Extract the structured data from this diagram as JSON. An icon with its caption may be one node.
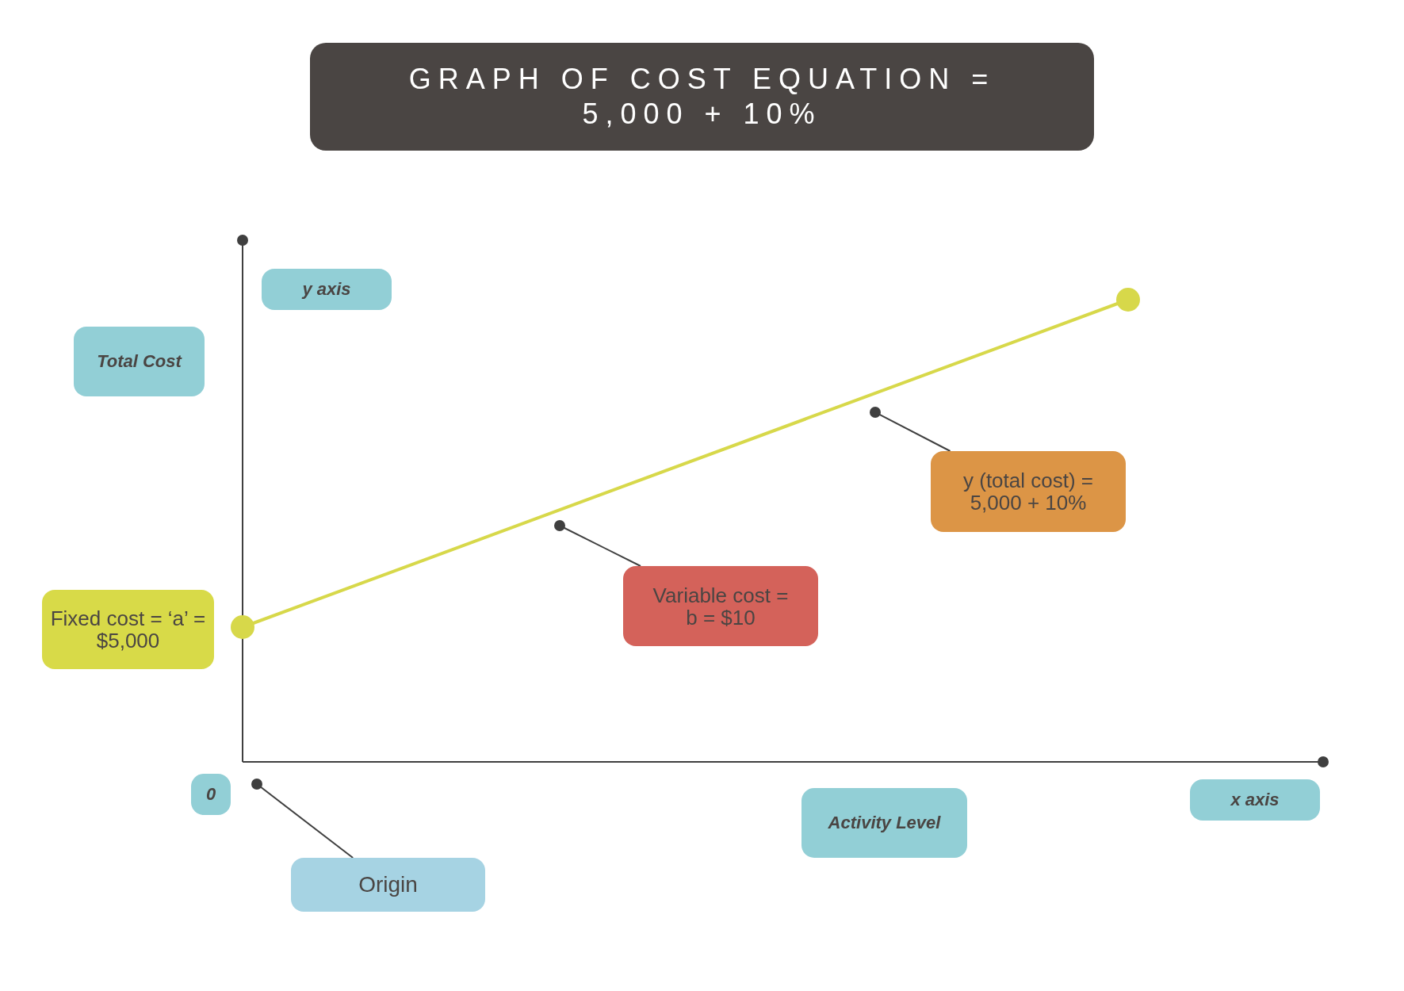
{
  "diagram": {
    "title": "GRAPH OF COST EQUATION = 5,000 + 10%",
    "nodes": [
      {
        "text": [
          "y axis"
        ]
      },
      {
        "text": [
          "Total Cost"
        ]
      },
      {
        "text": [
          "y (total cost) = 5,000 + 10%"
        ]
      },
      {
        "text": [
          "Fixed cost = ‘a’ = $5,000"
        ]
      },
      {
        "text": [
          "Variable cost = b = $10"
        ]
      },
      {
        "text": [
          "0"
        ]
      },
      {
        "text": [
          "Activity Level"
        ]
      },
      {
        "text": [
          "x axis"
        ]
      },
      {
        "text": [
          "Origin"
        ]
      },
      {
        "text": [],
        "shape": "circle"
      },
      {
        "text": [],
        "shape": "circle"
      },
      {
        "text": [],
        "shape": "circle"
      }
    ],
    "edges": [
      {
        "from": 2,
        "to": 11,
        "arrow": "none"
      },
      {
        "from": 4,
        "to": 10,
        "arrow": "none"
      },
      {
        "from": 8,
        "to": 9,
        "arrow": "none"
      }
    ]
  }
}
